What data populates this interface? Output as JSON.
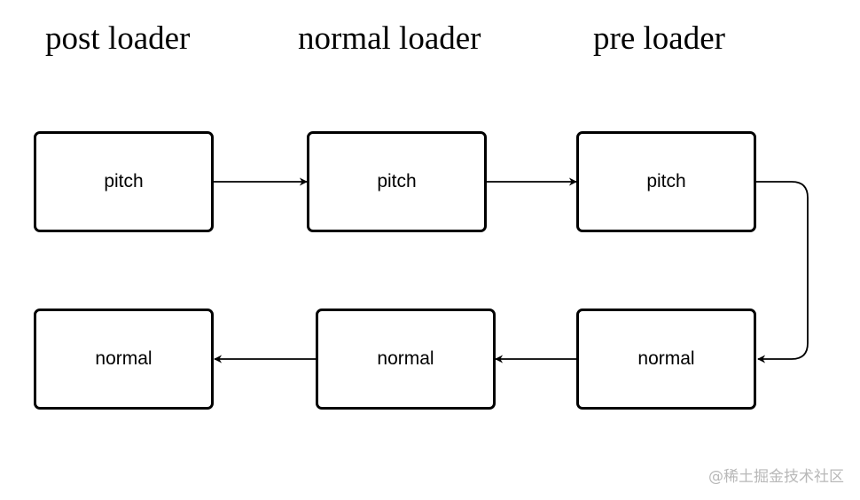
{
  "headings": {
    "post": "post loader",
    "normal": "normal loader",
    "pre": "pre loader"
  },
  "boxes": {
    "pitch_post": "pitch",
    "pitch_normal": "pitch",
    "pitch_pre": "pitch",
    "normal_post": "normal",
    "normal_normal": "normal",
    "normal_pre": "normal"
  },
  "watermark": "@稀土掘金技术社区",
  "colors": {
    "stroke": "#000000",
    "watermark": "#b8b8b8"
  }
}
